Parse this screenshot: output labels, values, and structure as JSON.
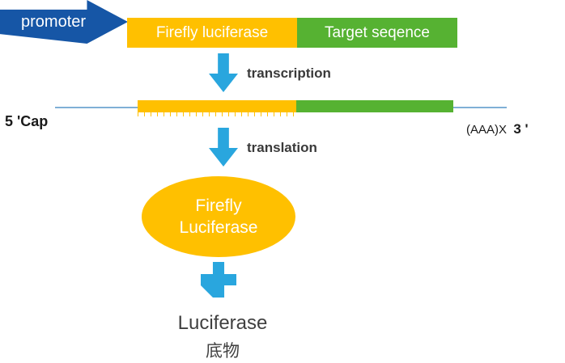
{
  "colors": {
    "promoter_blue": "#1656A6",
    "segment_yellow": "#FFC000",
    "segment_green": "#56B232",
    "process_arrow_blue": "#29A6DE",
    "text_dark": "#3a3a3a"
  },
  "construct": {
    "promoter_label": "promoter",
    "firefly_label": "Firefly luciferase",
    "target_label": "Target seqence"
  },
  "steps": {
    "transcription_label": "transcription",
    "translation_label": "translation"
  },
  "mrna": {
    "cap_label": "5 'Cap",
    "tail_label": "(AAA)X",
    "three_prime_label": "3 '"
  },
  "protein": {
    "line1": "Firefly",
    "line2": "Luciferase"
  },
  "result": {
    "line1": "Luciferase",
    "line2": "底物"
  }
}
